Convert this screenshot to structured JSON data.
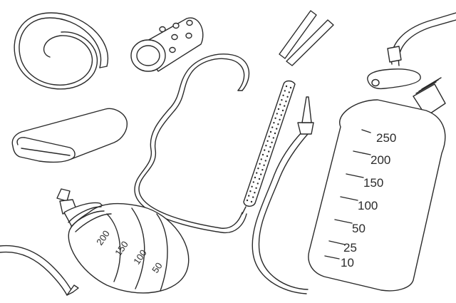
{
  "drainage_bag": {
    "scale_labels": [
      "250",
      "200",
      "150",
      "100",
      "50",
      "25",
      "10"
    ]
  },
  "suction_bulb": {
    "scale_labels": [
      "200",
      "150",
      "100",
      "50"
    ]
  },
  "colors": {
    "line": "#2a2a2a",
    "background": "#ffffff"
  }
}
